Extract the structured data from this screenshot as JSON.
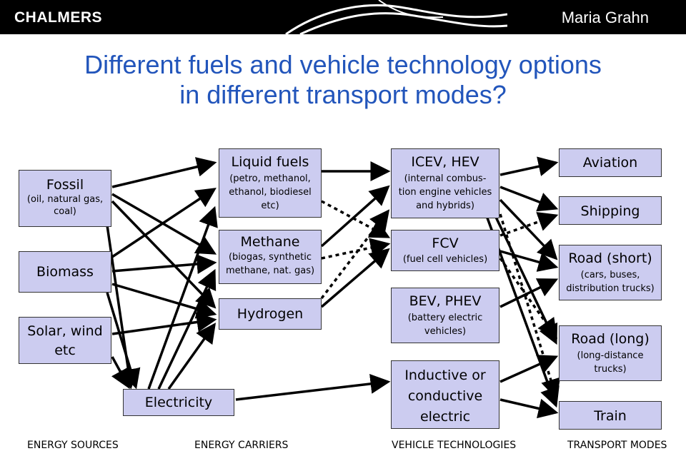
{
  "header": {
    "logo": "CHALMERS",
    "author": "Maria Grahn"
  },
  "title": {
    "line1": "Different fuels and vehicle technology options",
    "line2": "in different transport modes?"
  },
  "sources": {
    "fossil": {
      "label": "Fossil",
      "sub": "(oil, natural gas, coal)"
    },
    "biomass": {
      "label": "Biomass"
    },
    "solar": {
      "label": "Solar, wind etc"
    }
  },
  "carriers": {
    "liquid": {
      "label": "Liquid fuels",
      "sub": "(petro, methanol, ethanol, biodiesel etc)"
    },
    "methane": {
      "label": "Methane",
      "sub": "(biogas, synthetic methane, nat. gas)"
    },
    "hydrogen": {
      "label": "Hydrogen"
    },
    "electricity": {
      "label": "Electricity"
    }
  },
  "technologies": {
    "icev": {
      "label": "ICEV, HEV",
      "sub": "(internal combus-tion engine vehicles and hybrids)"
    },
    "fcv": {
      "label": "FCV",
      "sub": "(fuel cell vehicles)"
    },
    "bev": {
      "label": "BEV, PHEV",
      "sub": "(battery electric vehicles)"
    },
    "inductive": {
      "label": "Inductive or conductive electric"
    }
  },
  "modes": {
    "aviation": {
      "label": "Aviation"
    },
    "shipping": {
      "label": "Shipping"
    },
    "road_short": {
      "label": "Road (short)",
      "sub": "(cars, buses, distribution trucks)"
    },
    "road_long": {
      "label": "Road (long)",
      "sub": "(long-distance trucks)"
    },
    "train": {
      "label": "Train"
    }
  },
  "footer": {
    "sources": "ENERGY SOURCES",
    "carriers": "ENERGY CARRIERS",
    "technologies": "VEHICLE TECHNOLOGIES",
    "modes": "TRANSPORT MODES"
  }
}
